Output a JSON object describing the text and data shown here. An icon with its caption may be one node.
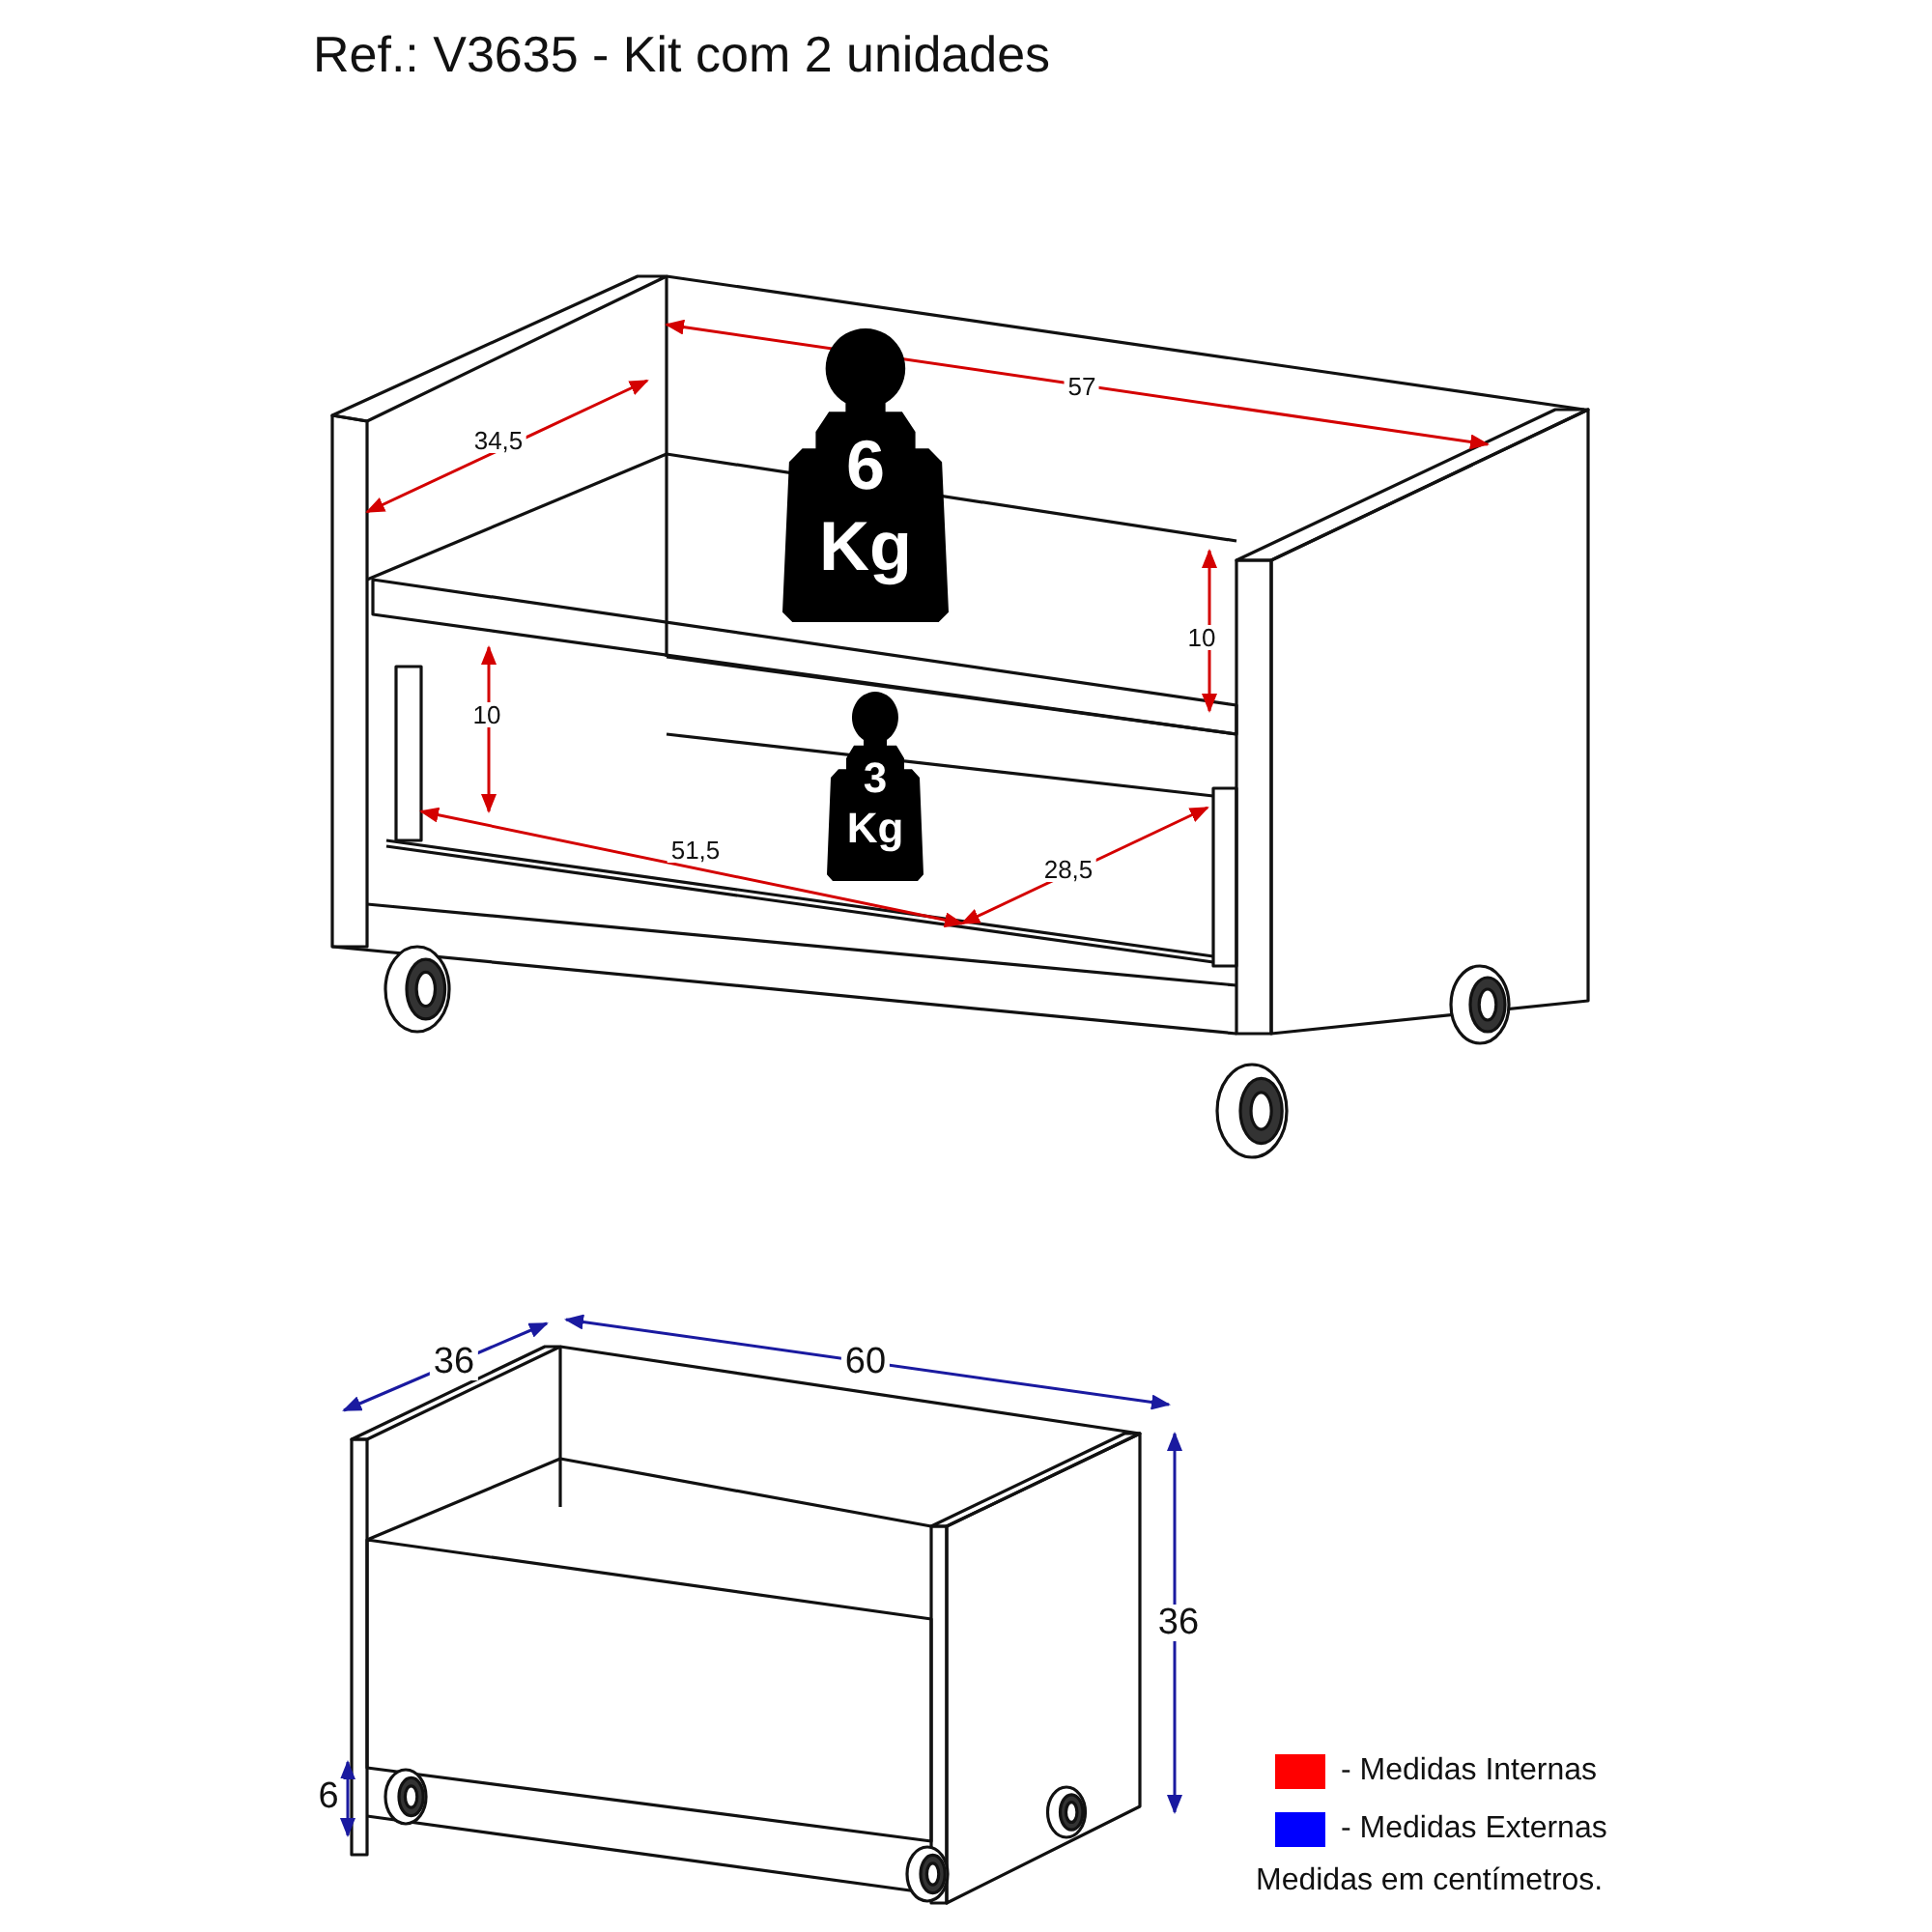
{
  "diagram": {
    "title": "Ref.: V3635 - Kit com 2 unidades",
    "nodes": [
      {
        "text": [
          "6 Kg"
        ]
      },
      {
        "text": [
          "3 Kg"
        ]
      }
    ],
    "labels": [
      "57",
      "34,5",
      "10",
      "10",
      "51,5",
      "28,5",
      "36",
      "60",
      "36",
      "6",
      "Medidas em centímetros."
    ],
    "legend": [
      {
        "text": "- Medidas Internas",
        "color": "#ff0000"
      },
      {
        "text": "- Medidas Externas",
        "color": "#0000ff"
      }
    ]
  }
}
